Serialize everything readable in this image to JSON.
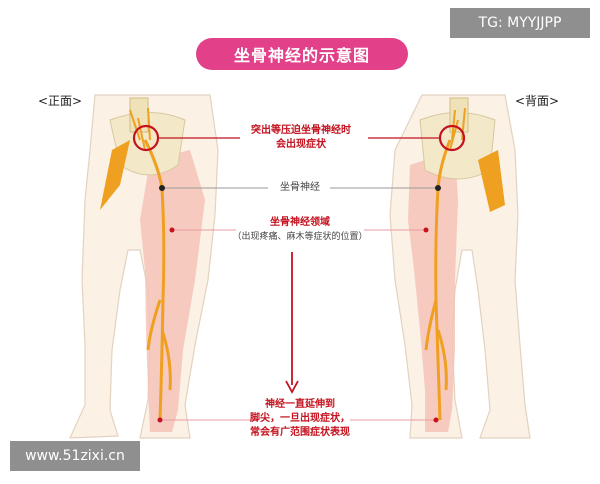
{
  "title": "坐骨神经的示意图",
  "watermark_top": "TG: MYYJJPP",
  "watermark_bottom": "www.51zixi.cn",
  "views": {
    "front": "<正面>",
    "back": "<背面>"
  },
  "annotations": {
    "compression": [
      "突出等压迫坐骨神经时",
      "会出现症状"
    ],
    "nerve": "坐骨神经",
    "territory_title": "坐骨神经领域",
    "territory_sub": "（出现疼痛、麻木等症状的位置）",
    "extend": [
      "神经一直延伸到",
      "脚尖，一旦出现症状，",
      "常会有广范围症状表现"
    ]
  },
  "colors": {
    "accent": "#e2418a",
    "nerve": "#f0a020",
    "region": "#f6c3b8",
    "marker": "#c4121f",
    "skin": "#fbf1e4"
  }
}
